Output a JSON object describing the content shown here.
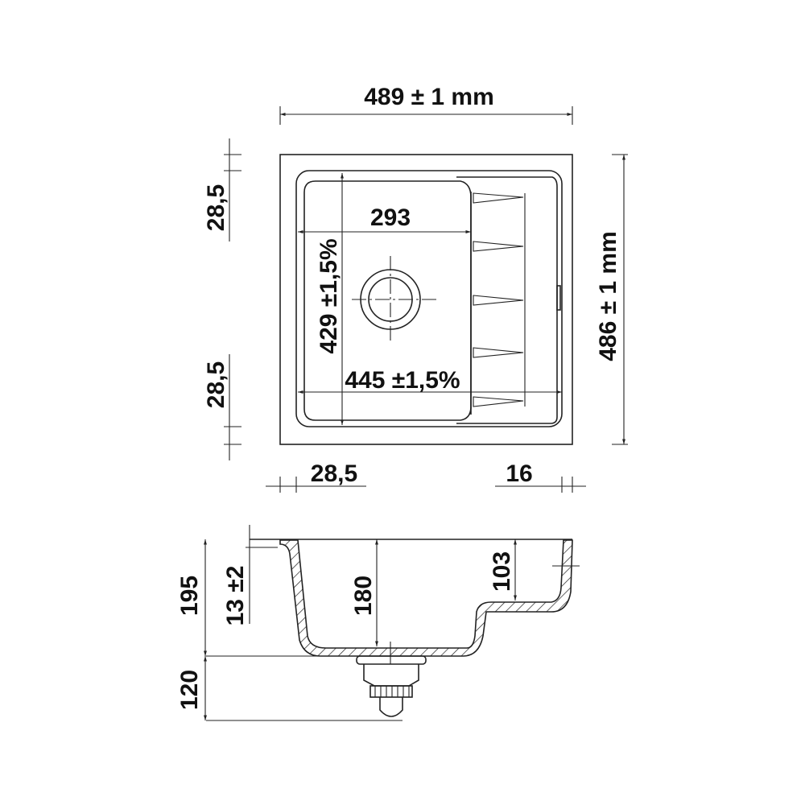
{
  "top_view": {
    "overall_width": "489 ± 1 mm",
    "overall_depth": "486 ± 1 mm",
    "rim_top": "28,5",
    "rim_bottom": "28,5",
    "rim_left": "28,5",
    "rim_right": "16",
    "bowl_width": "293",
    "bowl_depth": "429 ±1,5%",
    "inner_width": "445 ±1,5%"
  },
  "side_view": {
    "total_height": "195",
    "drain_height": "120",
    "rim_thickness": "13 ±2",
    "bowl_depth": "180",
    "drainer_depth": "103"
  },
  "colors": {
    "line": "#222222",
    "background": "#ffffff"
  }
}
